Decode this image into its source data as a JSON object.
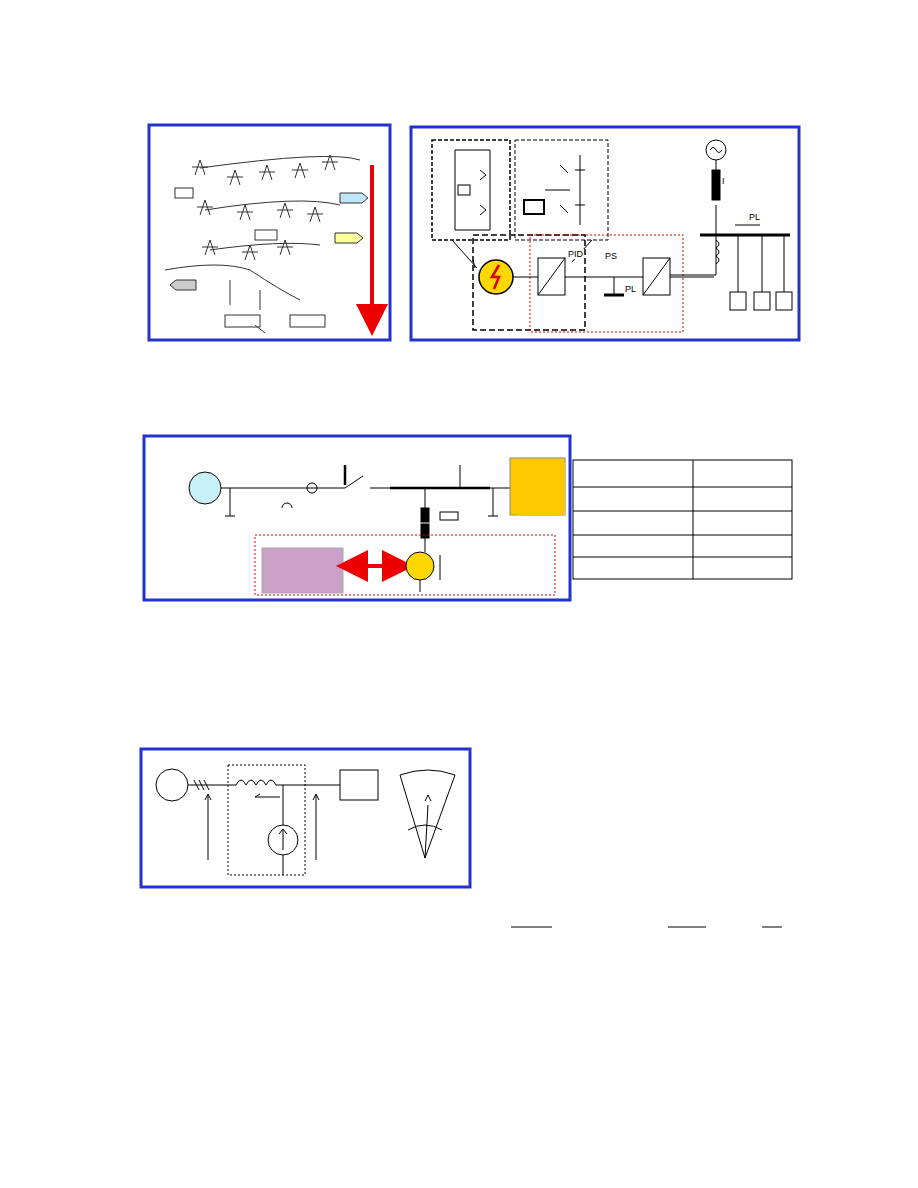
{
  "diagram": {
    "labels": [
      "I",
      "PL",
      "PID",
      "PS",
      "PL"
    ]
  }
}
